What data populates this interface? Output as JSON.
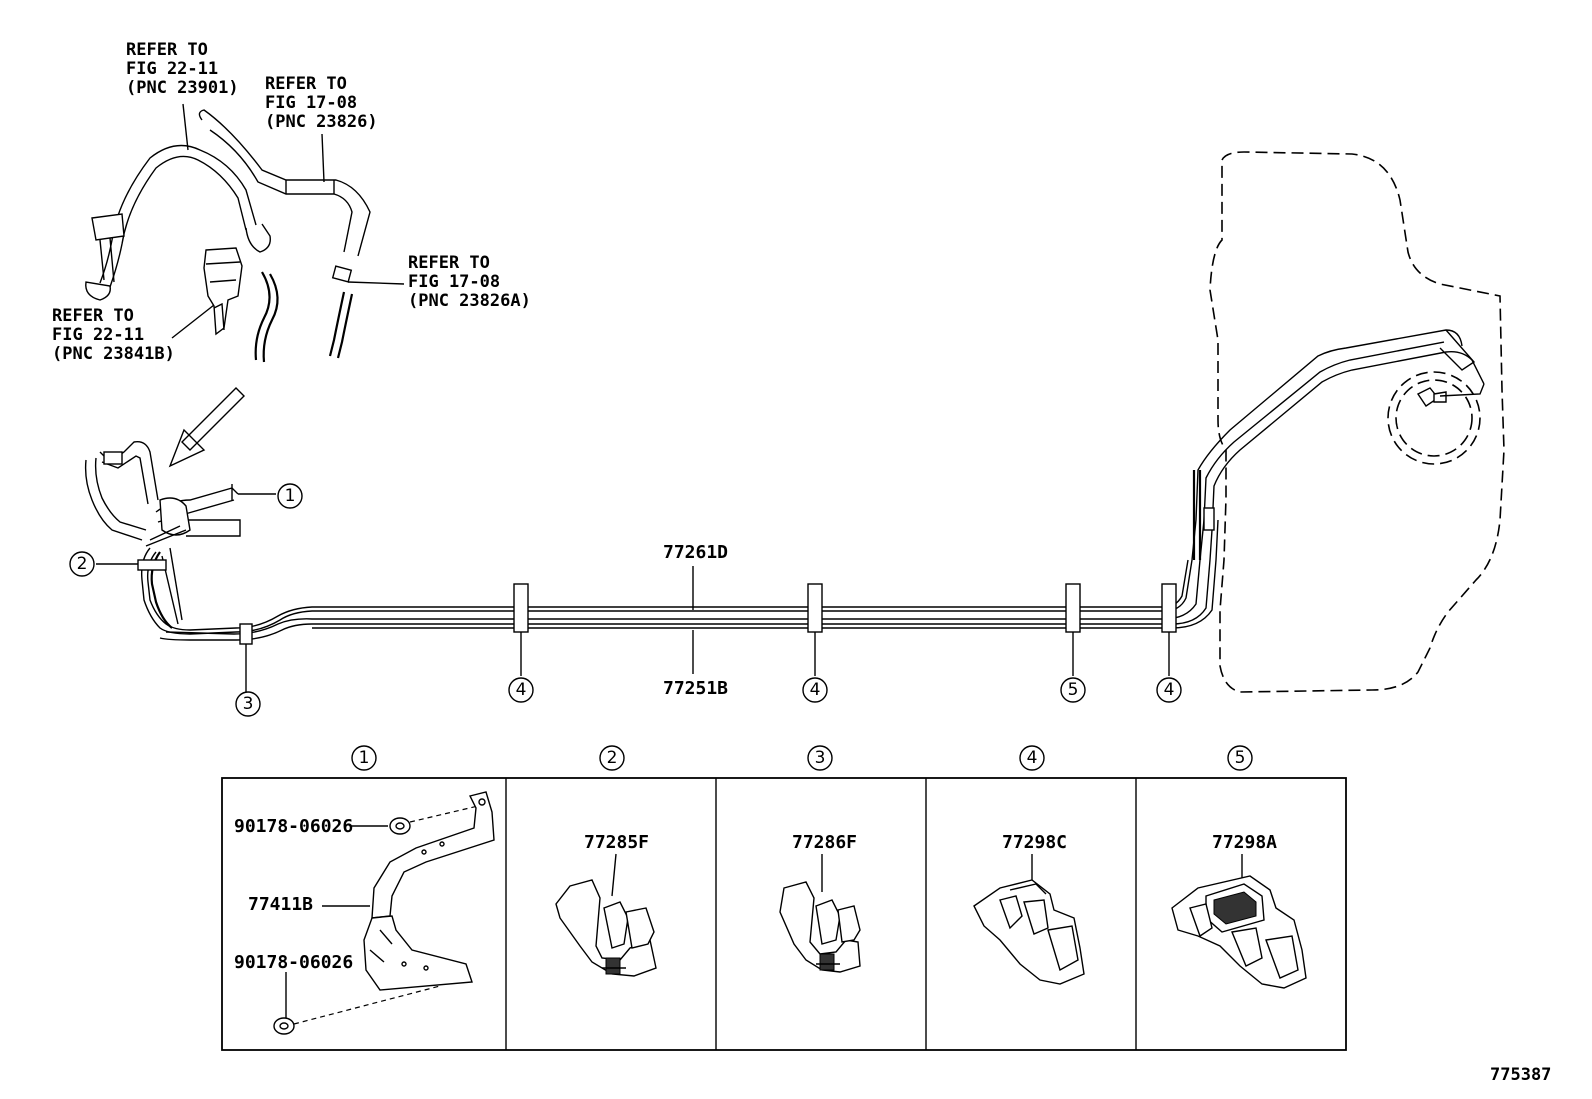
{
  "refs": [
    {
      "lines": [
        "REFER TO",
        "FIG 22-11",
        "(PNC 23901)"
      ]
    },
    {
      "lines": [
        "REFER TO",
        "FIG 17-08",
        "(PNC 23826)"
      ]
    },
    {
      "lines": [
        "REFER TO",
        "FIG 17-08",
        "(PNC 23826A)"
      ]
    },
    {
      "lines": [
        "REFER TO",
        "FIG 22-11",
        "(PNC 23841B)"
      ]
    }
  ],
  "callouts": [
    "1",
    "2",
    "3",
    "4",
    "4",
    "5",
    "4"
  ],
  "parts": {
    "main_upper": "77261D",
    "main_lower": "77251B",
    "bracket": "77411B",
    "nut_top": "90178-06026",
    "nut_bottom": "90178-06026",
    "clamp2": "77285F",
    "clamp3": "77286F",
    "clamp4": "77298C",
    "clamp5": "77298A"
  },
  "panels": [
    "1",
    "2",
    "3",
    "4",
    "5"
  ],
  "figure_id": "775387"
}
